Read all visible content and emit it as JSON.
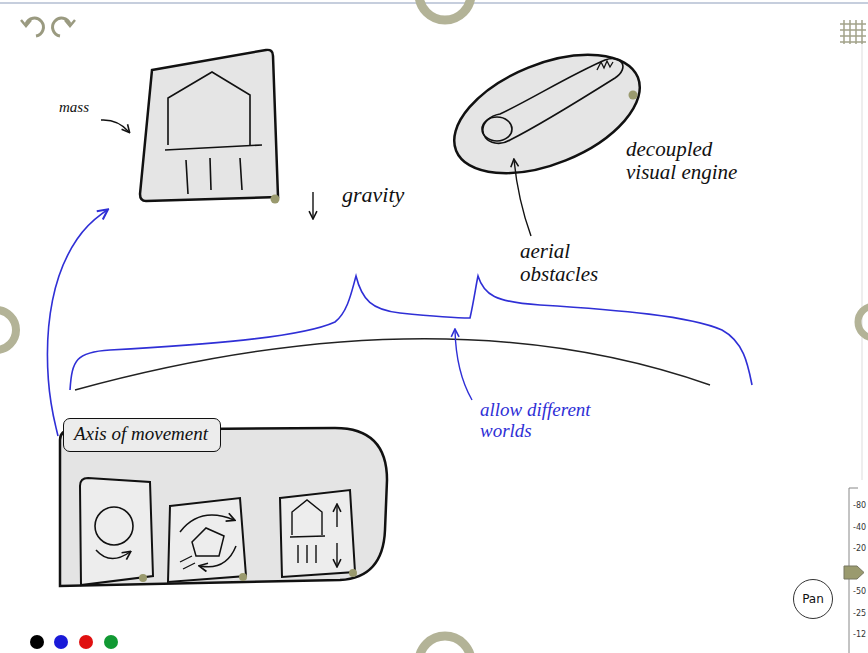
{
  "diagram": {
    "nodes": [
      {
        "text": [
          "mass"
        ]
      },
      {
        "text": [
          "Axis of movement"
        ]
      },
      {
        "text": [
          "Pan"
        ]
      }
    ],
    "edges": [
      {
        "from": 1,
        "to": 0,
        "arrow": "to"
      }
    ],
    "labels": [
      "gravity",
      "decoupled visual engine",
      "aerial obstacles",
      "allow different worlds",
      "-80",
      "-40",
      "-20",
      "-50",
      "-25",
      "-12"
    ]
  }
}
